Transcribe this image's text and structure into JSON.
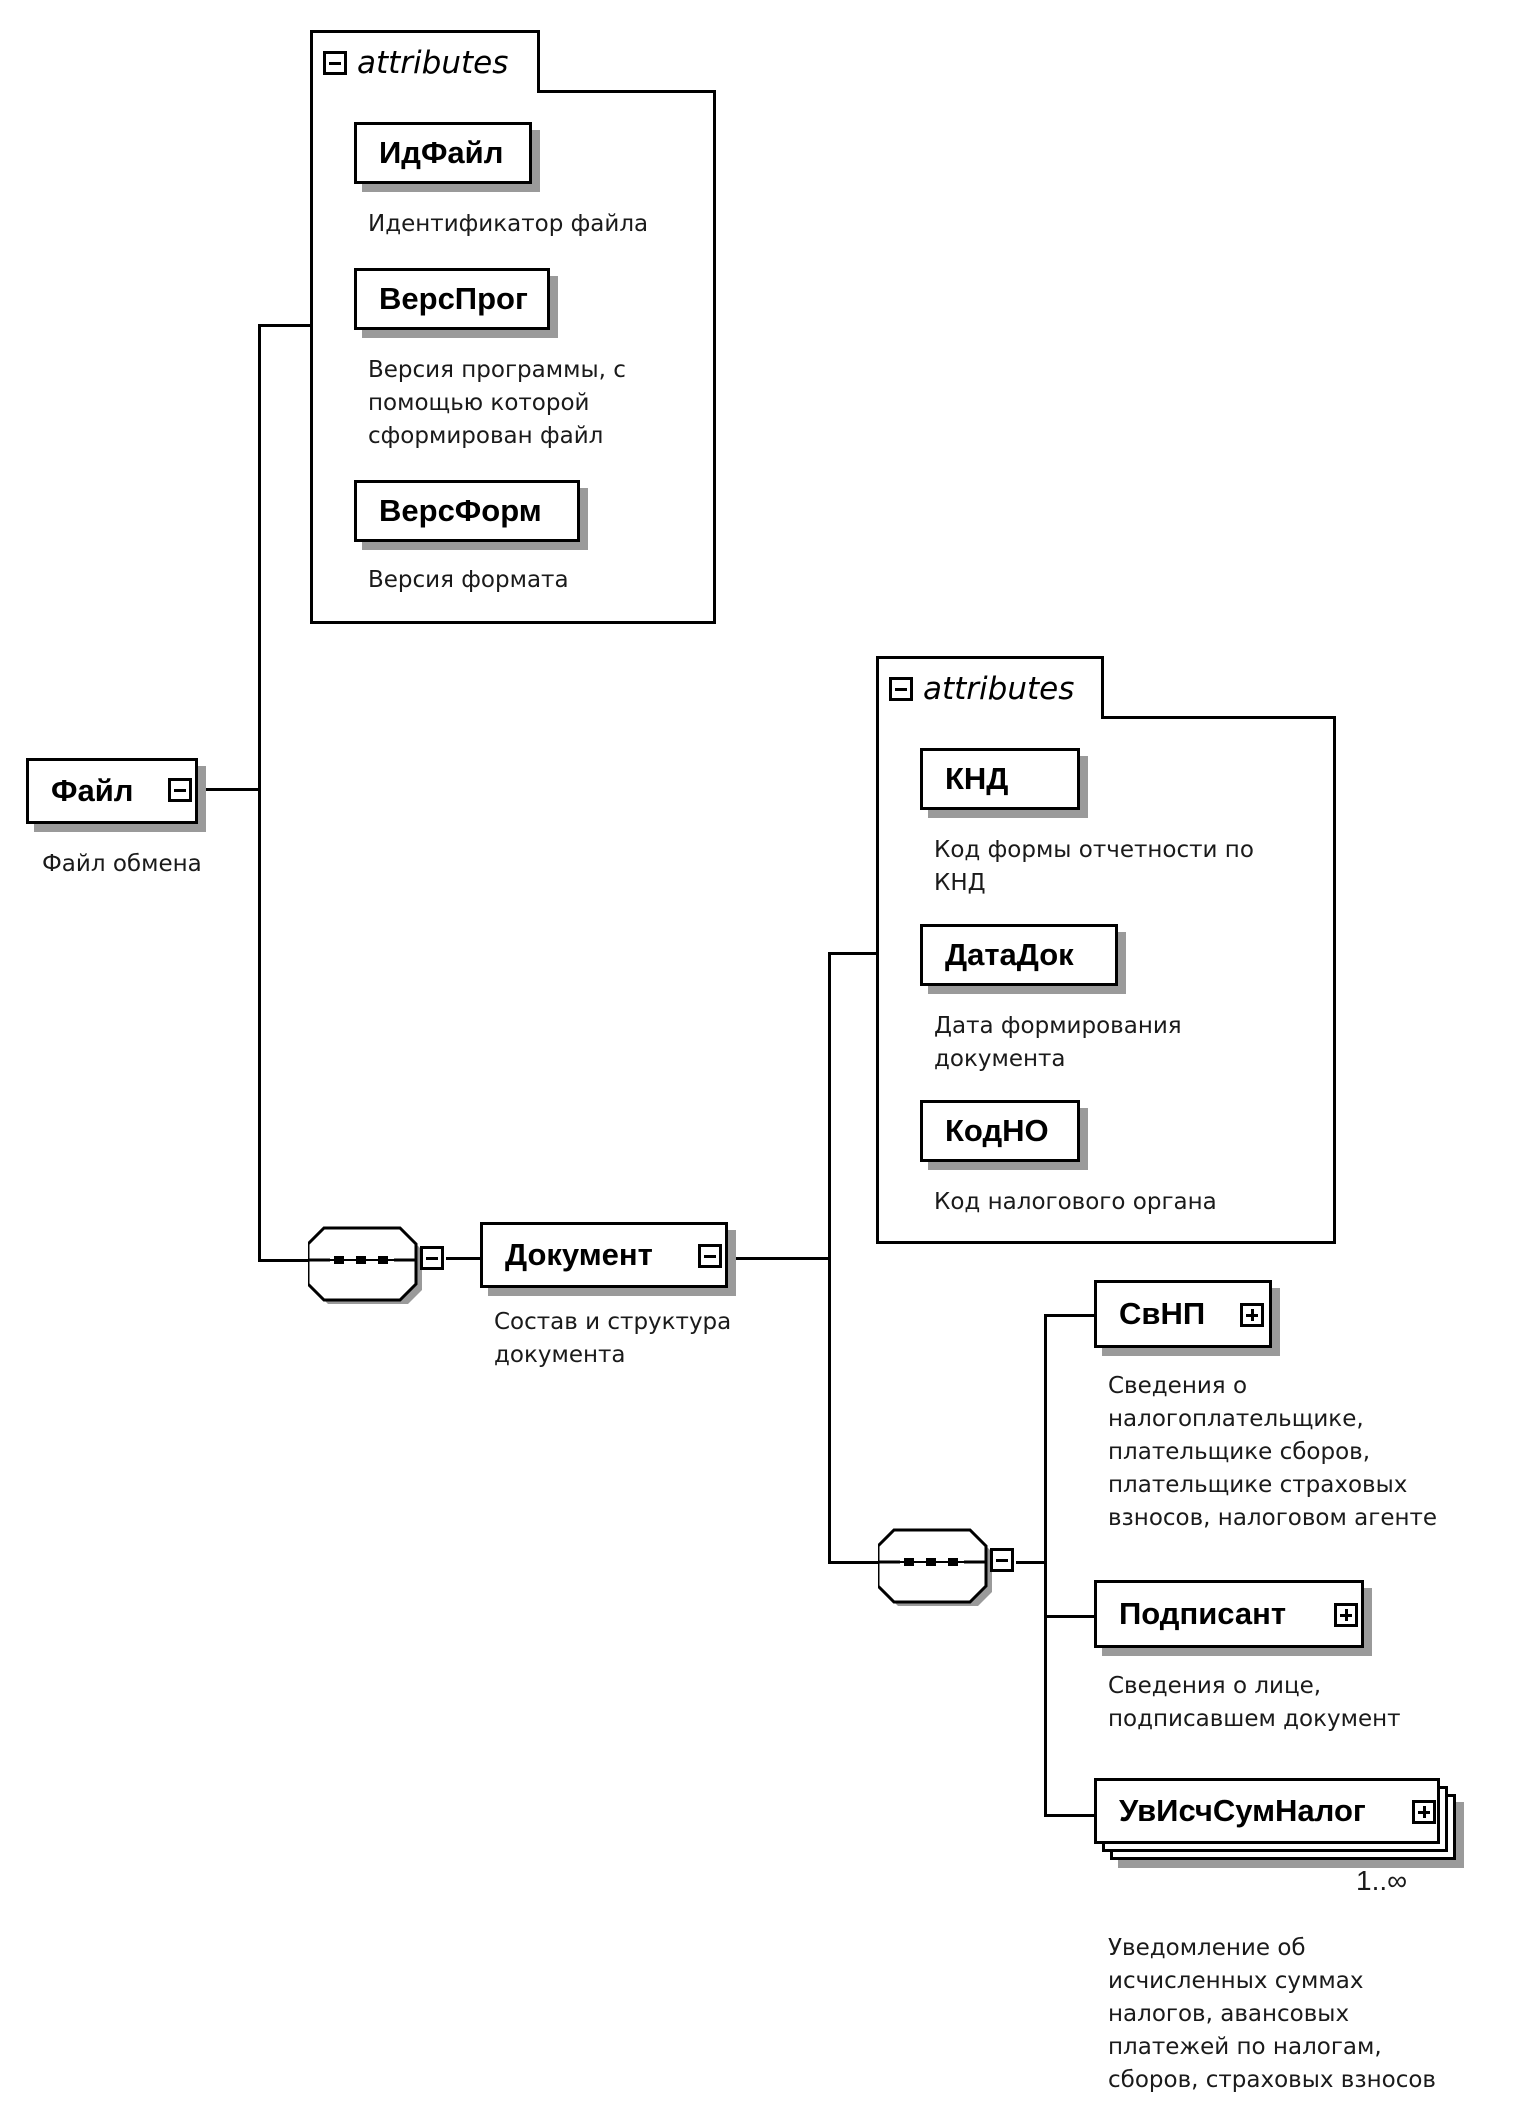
{
  "root": {
    "name": "Файл",
    "description": "Файл обмена"
  },
  "file_attributes": {
    "group_label": "attributes",
    "items": [
      {
        "name": "ИдФайл",
        "description": "Идентификатор файла"
      },
      {
        "name": "ВерсПрог",
        "description": "Версия программы, с\nпомощью которой\nсформирован файл"
      },
      {
        "name": "ВерсФорм",
        "description": "Версия формата"
      }
    ]
  },
  "document": {
    "name": "Документ",
    "description": "Состав и структура\nдокумента"
  },
  "document_attributes": {
    "group_label": "attributes",
    "items": [
      {
        "name": "КНД",
        "description": "Код формы отчетности по\nКНД"
      },
      {
        "name": "ДатаДок",
        "description": "Дата формирования\nдокумента"
      },
      {
        "name": "КодНО",
        "description": "Код налогового органа"
      }
    ]
  },
  "document_children": [
    {
      "name": "СвНП",
      "description": "Сведения о\nналогоплательщике,\nплательщике сборов,\nплательщике страховых\nвзносов, налоговом агенте"
    },
    {
      "name": "Подписант",
      "description": "Сведения о лице,\nподписавшем документ"
    },
    {
      "name": "УвИсчСумНалог",
      "cardinality": "1..∞",
      "description": "Уведомление об\nисчисленных суммах\nналогов, авансовых\nплатежей по налогам,\nсборов, страховых взносов"
    }
  ]
}
